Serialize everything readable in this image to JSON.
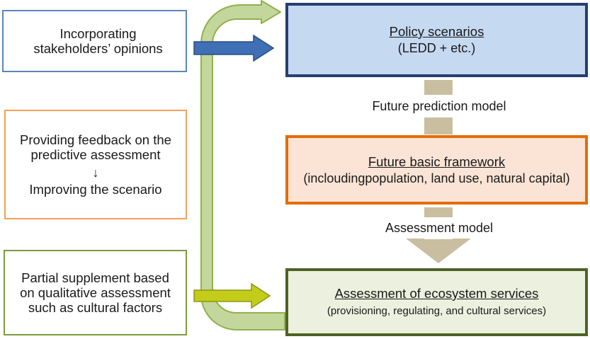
{
  "left_boxes": {
    "stakeholders": {
      "line1": "Incorporating",
      "line2": "stakeholders’ opinions"
    },
    "feedback": {
      "line1": "Providing feedback on the",
      "line2": "predictive assessment",
      "arrow": "↓",
      "line3": "Improving the scenario"
    },
    "supplement": {
      "line1": "Partial supplement based",
      "line2": "on qualitative assessment",
      "line3": "such as cultural factors"
    }
  },
  "right_boxes": {
    "policy": {
      "title": "Policy scenarios",
      "subtitle": "(LEDD + etc.)"
    },
    "future_framework": {
      "title": "Future basic framework",
      "subtitle": "(incloudingpopulation, land use, natural capital)"
    },
    "ecosystem": {
      "title": "Assessment of ecosystem services",
      "subtitle": "(provisioning, regulating, and cultural services)"
    }
  },
  "model_labels": {
    "future_prediction": "Future prediction model",
    "assessment": "Assessment model"
  },
  "colors": {
    "policy_fill": "#c5d9f1",
    "policy_border": "#243f70",
    "future_fill": "#fbe4d5",
    "future_border": "#e36c09",
    "ecosystem_fill": "#ebf1de",
    "ecosystem_border": "#4f6228",
    "green_loop_fill": "#c3d69b",
    "green_loop_border": "#8fb14e",
    "blue_arrow": "#3f6fb5",
    "yellow_green_arrow": "#c4cc1a",
    "connector_tan": "#c9bfa0"
  }
}
